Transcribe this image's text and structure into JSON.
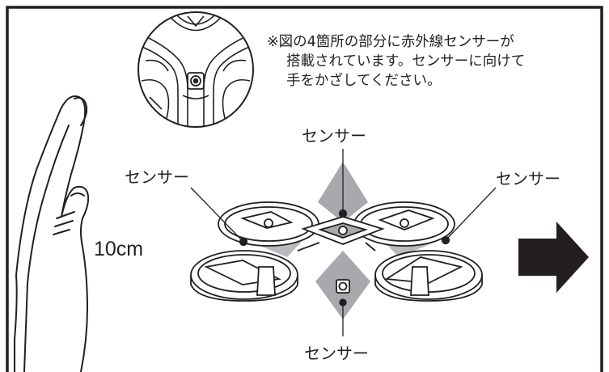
{
  "note": {
    "line1": "※図の4箇所の部分に赤外線センサーが",
    "line2": "搭載されています。センサーに向けて",
    "line3": "手をかざしてください。"
  },
  "sensor_labels": {
    "top": "センサー",
    "left": "センサー",
    "right": "センサー",
    "bottom": "センサー"
  },
  "distance_label": "10cm",
  "colors": {
    "line": "#231f20",
    "beam": "#a7a9ac",
    "arrow": "#231f20"
  }
}
